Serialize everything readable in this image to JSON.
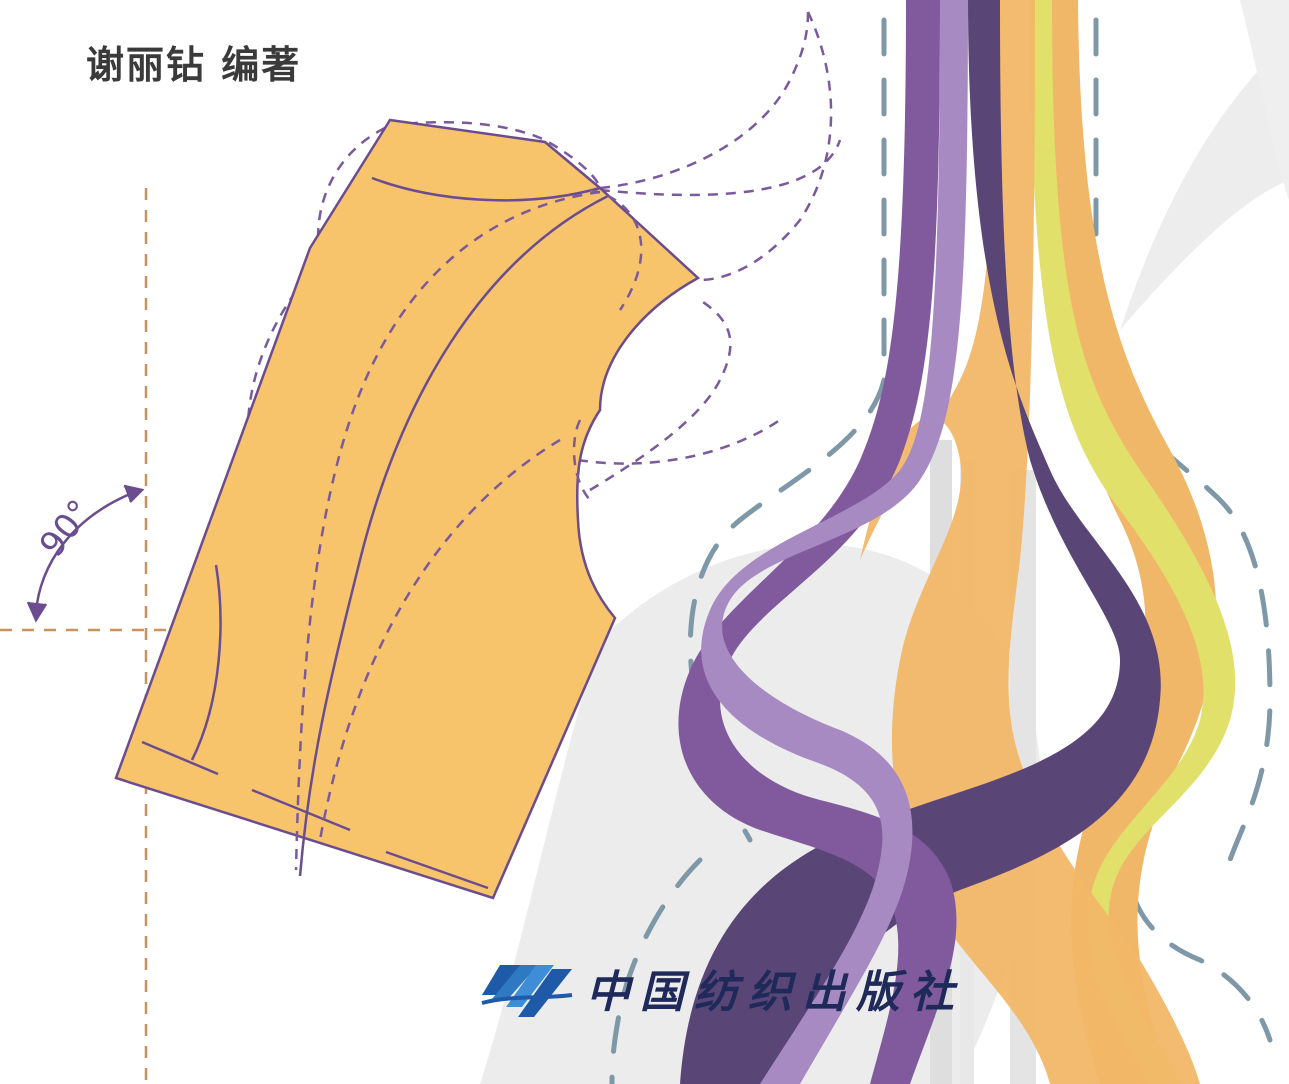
{
  "cover": {
    "author": "谢丽钻 编著",
    "angle_label": "90°",
    "publisher_name": "中国纺织出版社"
  },
  "colors": {
    "pattern_fill": "#f7c46c",
    "pattern_outline": "#6b4c8e",
    "dash_purple": "#7b5a9c",
    "guide_orange": "#c9925a",
    "dash_blue": "#7e98a8",
    "ribbon_dark_purple": "#594676",
    "ribbon_purple": "#815a9e",
    "ribbon_lavender": "#a88ac3",
    "ribbon_orange": "#f1b768",
    "ribbon_yellow": "#e0e06a",
    "publisher_blue": "#1f5aa8",
    "publisher_text": "#1f2a5a"
  },
  "icons": [
    "publisher-logo-icon",
    "angle-arrow-icon"
  ]
}
